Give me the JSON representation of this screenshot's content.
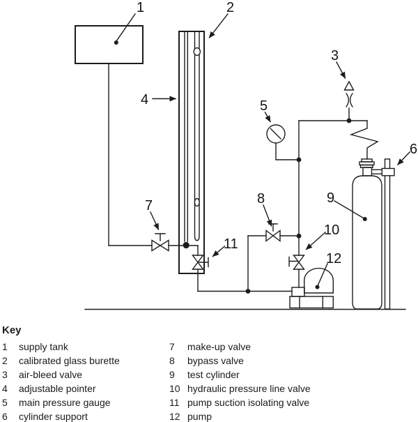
{
  "diagram": {
    "labels": [
      "1",
      "2",
      "3",
      "4",
      "5",
      "6",
      "7",
      "8",
      "9",
      "10",
      "11",
      "12"
    ]
  },
  "key": {
    "title": "Key",
    "items_left": [
      {
        "num": "1",
        "label": "supply tank"
      },
      {
        "num": "2",
        "label": "calibrated glass burette"
      },
      {
        "num": "3",
        "label": "air-bleed valve"
      },
      {
        "num": "4",
        "label": "adjustable pointer"
      },
      {
        "num": "5",
        "label": "main pressure gauge"
      },
      {
        "num": "6",
        "label": "cylinder support"
      }
    ],
    "items_right": [
      {
        "num": "7",
        "label": "make-up valve"
      },
      {
        "num": "8",
        "label": "bypass valve"
      },
      {
        "num": "9",
        "label": "test cylinder"
      },
      {
        "num": "10",
        "label": "hydraulic pressure line valve"
      },
      {
        "num": "11",
        "label": "pump suction isolating valve"
      },
      {
        "num": "12",
        "label": "pump"
      }
    ]
  },
  "colors": {
    "ink": "#1c1c1c",
    "background": "#ffffff"
  }
}
